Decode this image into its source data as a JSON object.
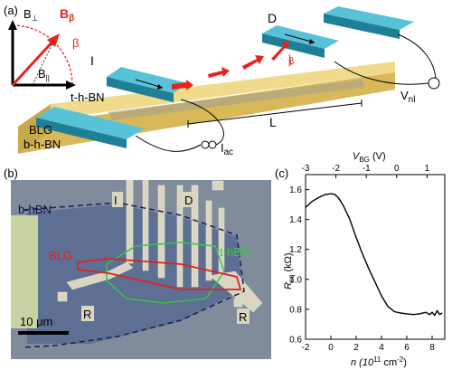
{
  "panel_a": {
    "label": "(a)",
    "b_perp": "B",
    "b_perp_sub": "⊥",
    "b_beta": "B",
    "b_beta_sub": "β",
    "b_par": "B",
    "b_par_sub": "||",
    "beta": "β",
    "current": "I",
    "detector": "D",
    "top_layer": "t-h-BN",
    "bilayer": "BLG",
    "bottom_layer": "b-h-BN",
    "voltage": "V",
    "voltage_sub": "nl",
    "ac_current": "I",
    "ac_current_sub": "ac",
    "length": "L",
    "beta_inner": "β",
    "colors": {
      "substrate": "#e2c46a",
      "contact": "#2ea3bd",
      "arrow": "#e8231e"
    }
  },
  "panel_b": {
    "label": "(b)",
    "b_hbn": "b-hBN",
    "blg": "BLG",
    "t_hbn": "t-hBN",
    "contact_i": "I",
    "contact_d": "D",
    "contact_r_left": "R",
    "contact_r_right": "R",
    "scale_bar": "10 μm",
    "colors": {
      "blg_outline": "#e02020",
      "thbn_outline": "#3ec24a",
      "bhbn_outline": "#1a1a5a"
    }
  },
  "panel_c": {
    "label": "(c)"
  },
  "chart_data": {
    "type": "line",
    "x_label": "n (10",
    "x_label_exp": "11",
    "x_label_unit": " cm",
    "x_label_unit_exp": "-2",
    "x_label_close": ")",
    "y_label": "R",
    "y_label_sub": "sq",
    "y_label_unit": " (kΩ)",
    "top_label": "V",
    "top_label_sub": "BG",
    "top_label_unit": " (V)",
    "xlim": [
      -2,
      9
    ],
    "ylim": [
      0.6,
      1.7
    ],
    "x_ticks": [
      -2,
      0,
      2,
      4,
      6,
      8
    ],
    "y_ticks": [
      0.6,
      0.8,
      1.0,
      1.2,
      1.4,
      1.6
    ],
    "top_ticks": [
      -3,
      -2,
      -1,
      0,
      1
    ],
    "top_tick_x": [
      -2.0,
      0.4,
      2.8,
      5.2,
      7.6
    ],
    "x": [
      -2.0,
      -1.5,
      -1.0,
      -0.5,
      0.0,
      0.3,
      0.6,
      1.0,
      1.5,
      2.0,
      2.5,
      3.0,
      3.5,
      4.0,
      4.5,
      5.0,
      5.5,
      6.0,
      6.5,
      7.0,
      7.5,
      7.8,
      8.0,
      8.2,
      8.4,
      8.6,
      8.8
    ],
    "y": [
      1.48,
      1.52,
      1.545,
      1.565,
      1.572,
      1.568,
      1.545,
      1.49,
      1.4,
      1.28,
      1.17,
      1.07,
      0.98,
      0.89,
      0.82,
      0.785,
      0.775,
      0.77,
      0.765,
      0.77,
      0.78,
      0.765,
      0.78,
      0.76,
      0.79,
      0.765,
      0.775
    ]
  }
}
